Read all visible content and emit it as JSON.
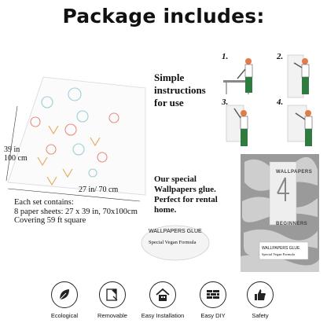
{
  "title": "Package includes:",
  "sheet": {
    "height_label_line1": "39 in",
    "height_label_line2": "100 cm",
    "width_label": "27 in/ 70 cm",
    "contains_line1": "Each set contains:",
    "contains_line2": "8 paper sheets: 27 x 39 in, 70x100cm",
    "contains_line3": "Covering 59 ft square"
  },
  "instructions": {
    "label_line1": "Simple",
    "label_line2": "instructions",
    "label_line3": "for use",
    "steps": [
      "1.",
      "2.",
      "3.",
      "4."
    ]
  },
  "glue": {
    "label_line1": "Our special",
    "label_line2": "Wallpapers glue.",
    "label_line3": "Perfect for rental",
    "label_line4": "home.",
    "lid_brand": "WALLPAPERS GLUE",
    "lid_sub": "Special Vegan Formula",
    "box_brand": "WALLPAPERS GLUE",
    "box_sub": "Special Vegan Formula",
    "spine_top": "WALLPAPERS",
    "spine_bottom": "BEGINNERS",
    "spine_number": "4"
  },
  "features": [
    {
      "label": "Ecological",
      "icon": "leaf-icon"
    },
    {
      "label": "Removable",
      "icon": "peel-icon"
    },
    {
      "label": "Easy Installation",
      "icon": "house-icon"
    },
    {
      "label": "Easy DIY",
      "icon": "brick-wall-icon"
    },
    {
      "label": "Safety",
      "icon": "thumbs-up-icon"
    }
  ]
}
